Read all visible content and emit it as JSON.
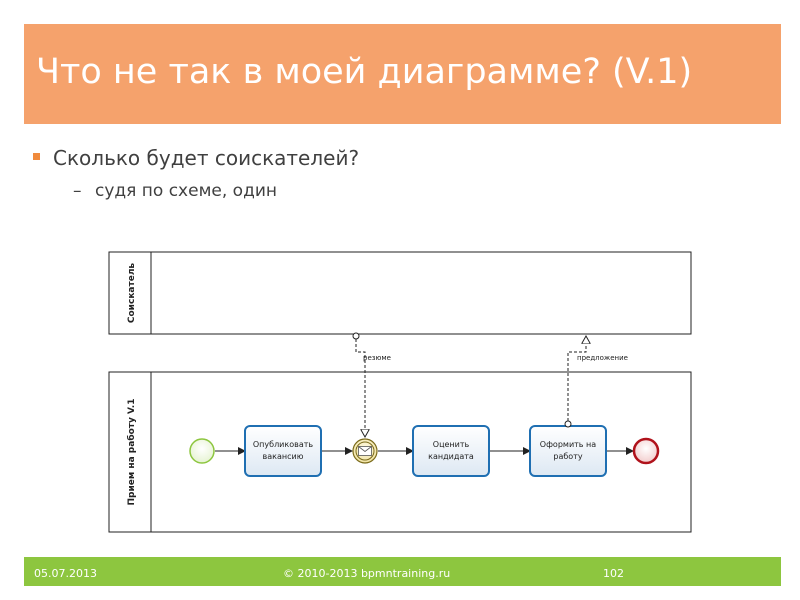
{
  "slide": {
    "title": "Что не так в моей диаграмме? (V.1)",
    "bullet1": "Сколько будет соискателей?",
    "bullet2_dash": "–",
    "bullet2": "судя по схеме, один"
  },
  "diagram": {
    "pool_top_label": "Соискатель",
    "pool_bottom_label": "Прием на работу V.1",
    "task1_line1": "Опубликовать",
    "task1_line2": "вакансию",
    "task2_line1": "Оценить",
    "task2_line2": "кандидата",
    "task3_line1": "Оформить на",
    "task3_line2": "работу",
    "msg_resume": "резюме",
    "msg_offer": "предложение"
  },
  "footer": {
    "date": "05.07.2013",
    "copyright": "© 2010-2013 bpmntraining.ru",
    "page": "102"
  },
  "colors": {
    "title_bar": "#f5a26c",
    "footer_bar": "#8dc63f",
    "start_event": "#8dc63f",
    "end_event": "#b0121b",
    "task_border": "#1f6fb2"
  }
}
